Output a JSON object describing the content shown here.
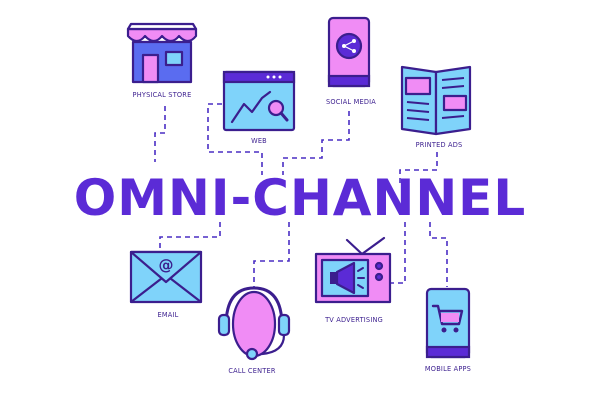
{
  "title": "OMNI-CHANNEL",
  "channels": {
    "physical_store": "PHYSICAL STORE",
    "web": "WEB",
    "social_media": "SOCIAL MEDIA",
    "printed_ads": "PRINTED ADS",
    "email": "EMAIL",
    "call_center": "CALL CENTER",
    "tv_advertising": "TV ADVERTISING",
    "mobile_apps": "MOBILE APPS"
  },
  "colors": {
    "primary": "#5b2bd6",
    "outline": "#3b1e8e",
    "pink": "#f08cf5",
    "blue": "#7fd3fa"
  },
  "icons": {
    "email_glyph": "@"
  }
}
